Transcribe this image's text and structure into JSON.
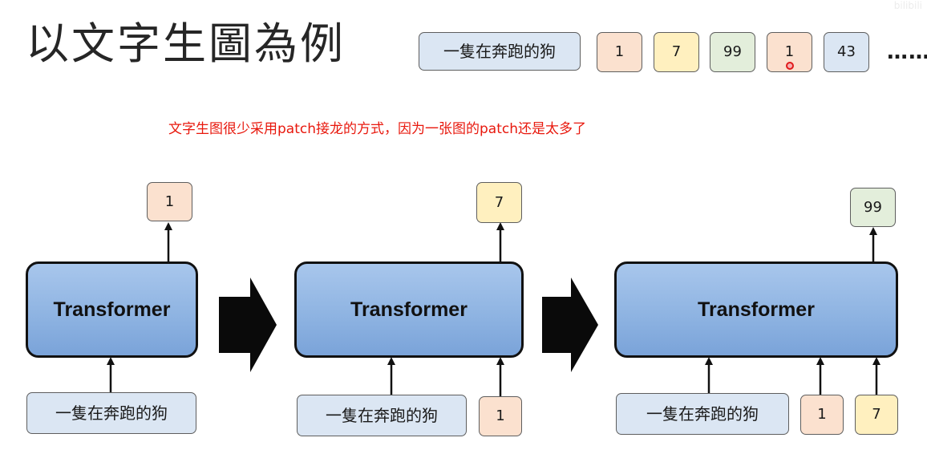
{
  "title": "以文字生圖為例",
  "sequence": {
    "prompt": "一隻在奔跑的狗",
    "tokens": [
      {
        "text": "1",
        "color": "#fbe1cf"
      },
      {
        "text": "7",
        "color": "#fff0bf"
      },
      {
        "text": "99",
        "color": "#e3eedb"
      },
      {
        "text": "1",
        "color": "#fbe1cf"
      },
      {
        "text": "43",
        "color": "#dbe6f3"
      }
    ],
    "ellipsis": "……"
  },
  "note": "文字生图很少采用patch接龙的方式，因为一张图的patch还是太多了",
  "steps": [
    {
      "model": "Transformer",
      "output": "1",
      "inputs": {
        "prompt": "一隻在奔跑的狗",
        "tokens": []
      }
    },
    {
      "model": "Transformer",
      "output": "7",
      "inputs": {
        "prompt": "一隻在奔跑的狗",
        "tokens": [
          "1"
        ]
      }
    },
    {
      "model": "Transformer",
      "output": "99",
      "inputs": {
        "prompt": "一隻在奔跑的狗",
        "tokens": [
          "1",
          "7"
        ]
      }
    }
  ],
  "colors": {
    "note": "#e8180d",
    "transformer_fill": "#8fb4e2",
    "prompt_fill": "#dbe6f3"
  },
  "watermark": "bilibili"
}
